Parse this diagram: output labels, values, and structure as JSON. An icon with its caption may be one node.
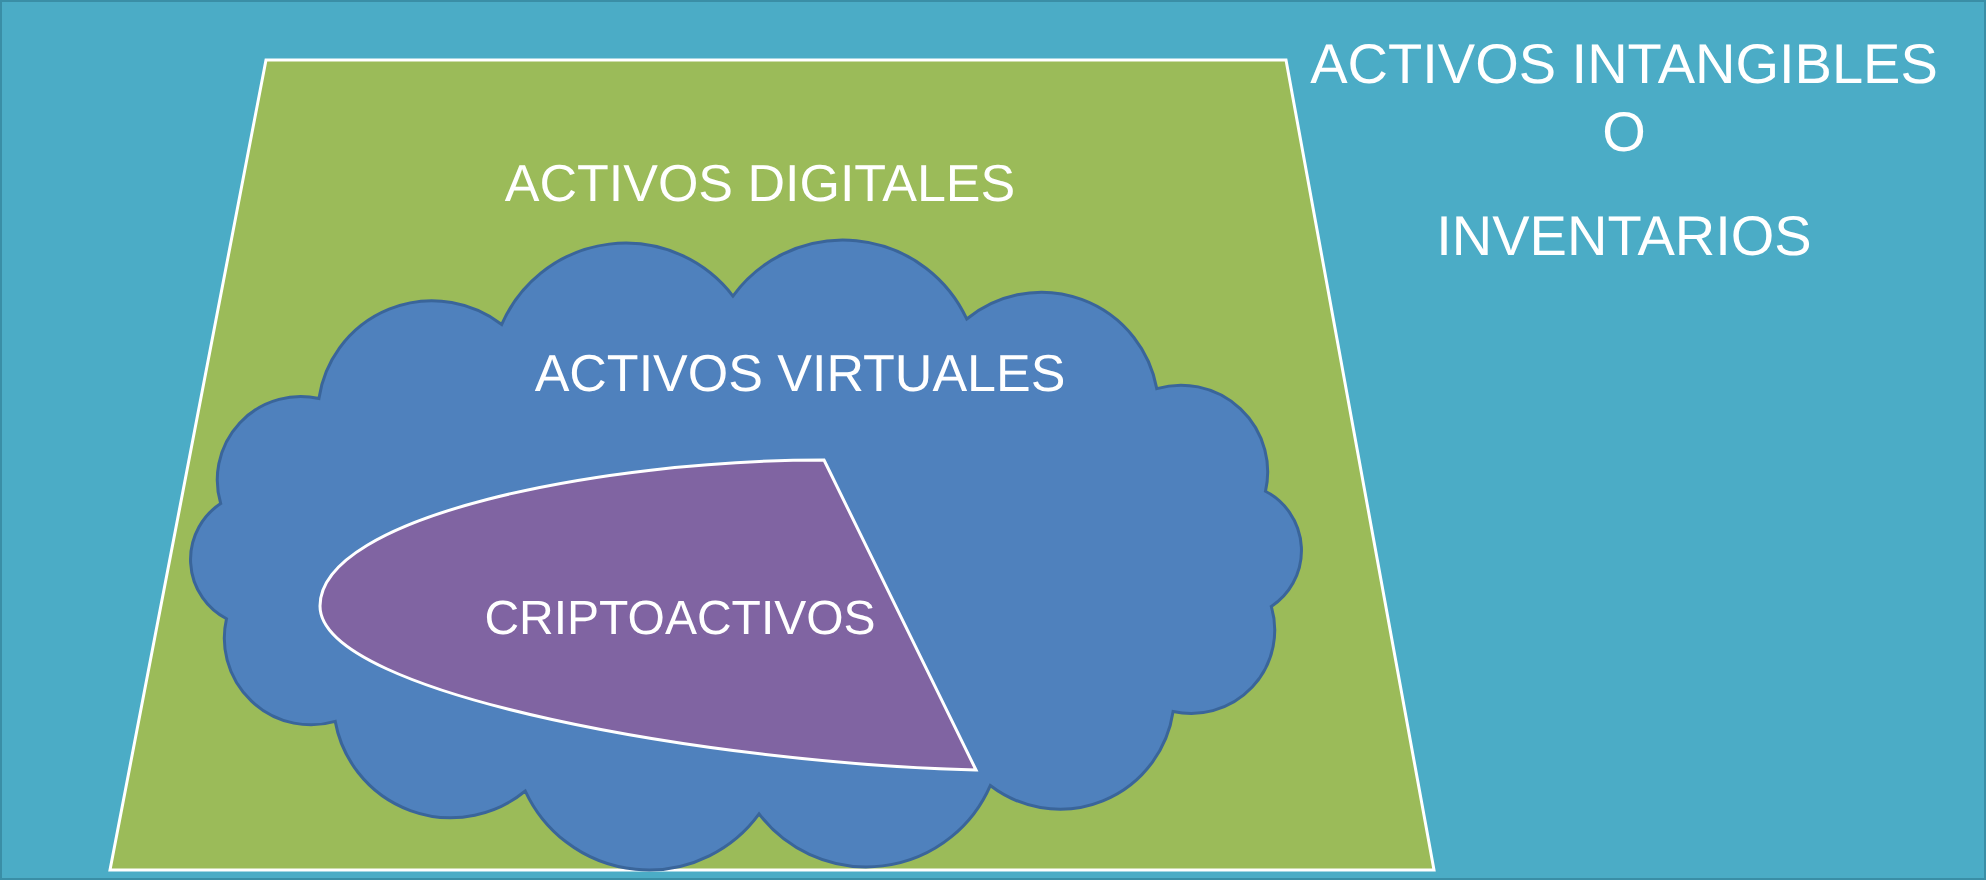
{
  "diagram": {
    "nodes": [
      {
        "text": [
          "ACTIVOS INTANGIBLES",
          "O",
          "INVENTARIOS"
        ]
      },
      {
        "text": [
          "ACTIVOS DIGITALES"
        ],
        "in": 0
      },
      {
        "text": [
          "ACTIVOS VIRTUALES"
        ],
        "in": 1
      },
      {
        "text": [
          "CRIPTOACTIVOS"
        ],
        "in": 2
      }
    ]
  }
}
